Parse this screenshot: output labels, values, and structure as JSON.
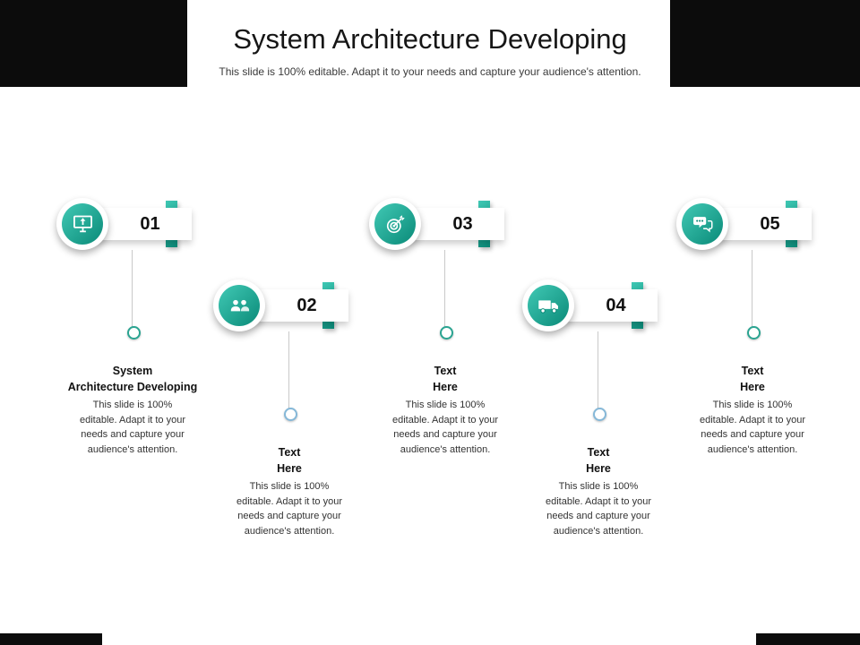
{
  "slide": {
    "title": "System Architecture Developing",
    "subtitle": "This slide is 100% editable. Adapt it to your needs and capture your audience's attention."
  },
  "colors": {
    "accent_gradient_start": "#3fc8b4",
    "accent_gradient_end": "#0a8a78",
    "ring_teal": "#2aa491",
    "ring_blue": "#85b8d8",
    "header_block": "#0c0c0c",
    "connector_line": "#c9c9c9"
  },
  "items": [
    {
      "number": "01",
      "icon": "system-monitor-icon",
      "title_lines": [
        "System",
        "Architecture Developing"
      ],
      "description": "This slide is 100% editable. Adapt it to your needs and capture your audience's attention."
    },
    {
      "number": "02",
      "icon": "team-icon",
      "title_lines": [
        "Text",
        "Here"
      ],
      "description": "This slide is 100% editable. Adapt it to your needs and capture your audience's attention."
    },
    {
      "number": "03",
      "icon": "target-icon",
      "title_lines": [
        "Text",
        "Here"
      ],
      "description": "This slide is 100% editable. Adapt it to your needs and capture your audience's attention."
    },
    {
      "number": "04",
      "icon": "truck-icon",
      "title_lines": [
        "Text",
        "Here"
      ],
      "description": "This slide is 100% editable. Adapt it to your needs and capture your audience's attention."
    },
    {
      "number": "05",
      "icon": "chat-icon",
      "title_lines": [
        "Text",
        "Here"
      ],
      "description": "This slide is 100% editable. Adapt it to your needs and capture your audience's attention."
    }
  ]
}
